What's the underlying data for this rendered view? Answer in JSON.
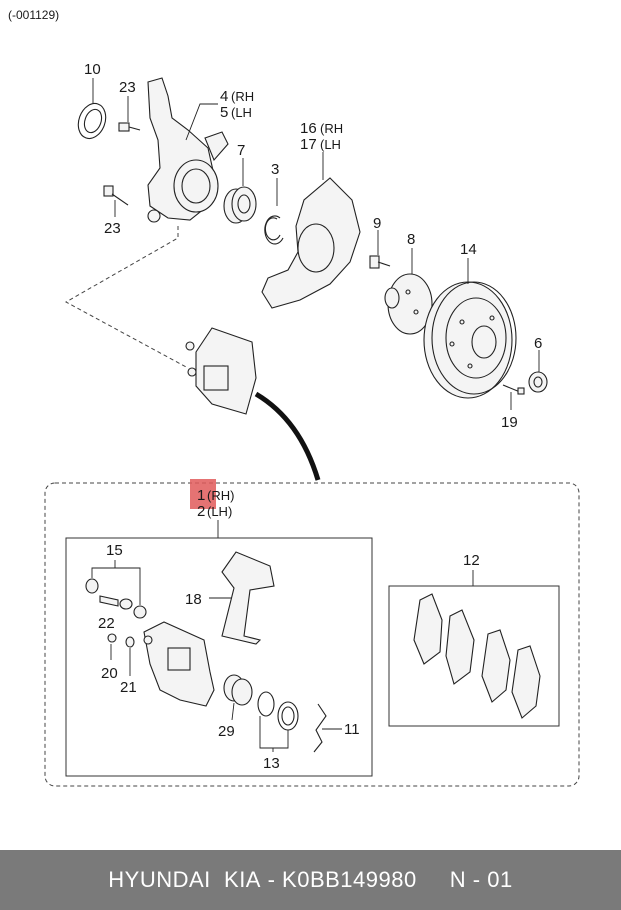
{
  "diagram_code": "(-001129)",
  "labels": {
    "p10": "10",
    "p23a": "23",
    "p4": "4",
    "p4s": "(RH",
    "p5": "5",
    "p5s": "(LH",
    "p7": "7",
    "p3": "3",
    "p16": "16",
    "p16s": "(RH",
    "p17": "17",
    "p17s": "(LH",
    "p23b": "23",
    "p9": "9",
    "p8": "8",
    "p14": "14",
    "p6": "6",
    "p19": "19",
    "p1": "1",
    "p1s": "(RH)",
    "p2": "2",
    "p2s": "(LH)",
    "p15": "15",
    "p18": "18",
    "p22": "22",
    "p20": "20",
    "p21": "21",
    "p29": "29",
    "p13": "13",
    "p11": "11",
    "p12": "12"
  },
  "highlight_color": "#e05a5a",
  "footer": {
    "brand": "HYUNDAI  KIA",
    "sep": " - ",
    "part_number": "K0BB149980",
    "page": "N - 01"
  }
}
